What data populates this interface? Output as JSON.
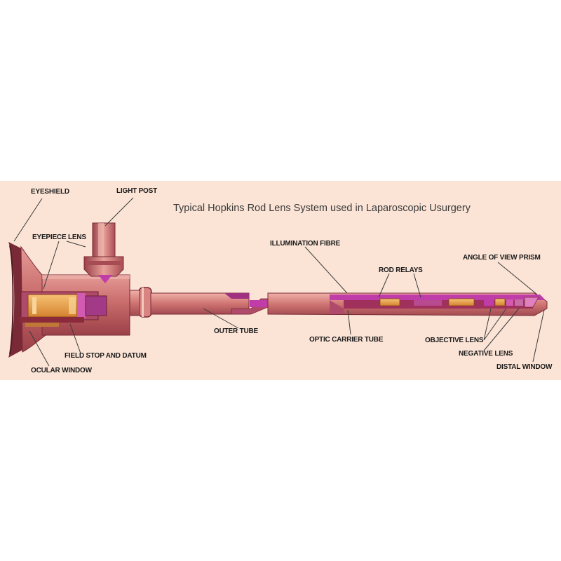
{
  "title": "Typical Hopkins Rod Lens System used in Laparoscopic Usurgery",
  "labels": {
    "eyeshield": "EYESHIELD",
    "light_post": "LIGHT POST",
    "eyepiece_lens": "EYEPIECE LENS",
    "illumination_fibre": "ILLUMINATION FIBRE",
    "rod_relays": "ROD RELAYS",
    "angle_of_view_prism": "ANGLE OF VIEW PRISM",
    "outer_tube": "OUTER TUBE",
    "optic_carrier_tube": "OPTIC CARRIER TUBE",
    "objective_lens": "OBJECTIVE LENS",
    "negative_lens": "NEGATIVE LENS",
    "distal_window": "DISTAL WINDOW",
    "field_stop_and_datum": "FIELD STOP AND DATUM",
    "ocular_window": "OCULAR WINDOW"
  },
  "colors": {
    "background": "#fbe4d6",
    "body": "#c86c6c",
    "dark_body": "#8a3340",
    "lens": "#e8a24a",
    "fibre": "#c03ca8"
  }
}
